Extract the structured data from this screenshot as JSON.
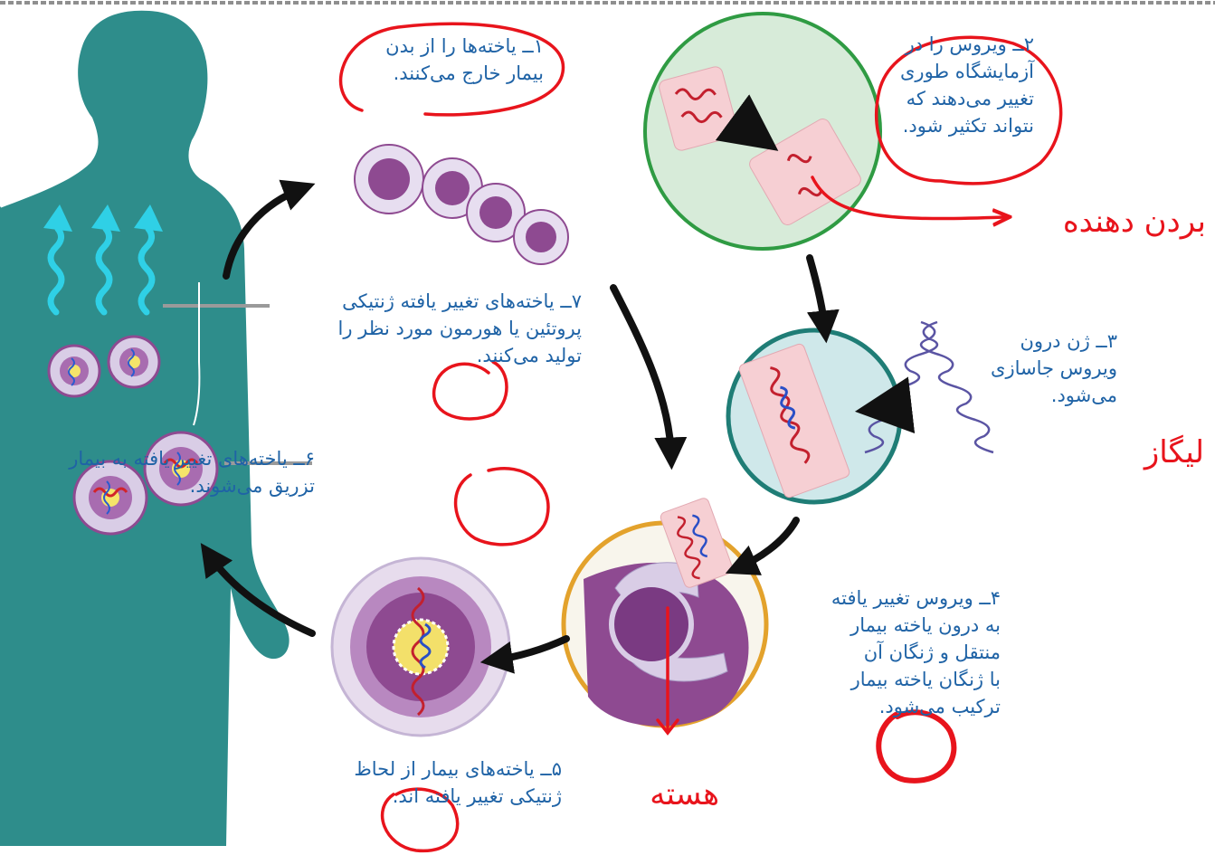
{
  "colors": {
    "body": "#2e8d8b",
    "text": "#1f63a6",
    "ink": "#e8141c",
    "cell_purple": "#8e4a91",
    "cell_ring": "#d9cde6",
    "arrow": "#111111",
    "gene_cyan": "#2fd0e6"
  },
  "steps": [
    {
      "id": "1",
      "lines": [
        "۱ــ یاخته‌ها را از بدن",
        "بیمار خارج می‌کنند."
      ]
    },
    {
      "id": "2",
      "lines": [
        "۲ــ ویروس را در",
        "آزمایشگاه طوری",
        "تغییر می‌دهند که",
        "نتواند تکثیر شود."
      ]
    },
    {
      "id": "3",
      "lines": [
        "۳ــ ژن درون",
        "ویروس جاسازی",
        "می‌شود."
      ]
    },
    {
      "id": "4",
      "lines": [
        "۴ــ ویروس تغییر یافته",
        "به درون یاخته بیمار",
        "منتقل و ژنگان آن",
        "با ژنگان یاخته بیمار",
        "ترکیب می‌شود."
      ]
    },
    {
      "id": "5",
      "lines": [
        "۵ــ یاخته‌های بیمار از لحاظ",
        "ژنتیکی تغییر یافته اند."
      ]
    },
    {
      "id": "6",
      "lines": [
        "۶ــ یاخته‌های تغییر یافته به بیمار",
        "تزریق می‌شوند."
      ]
    },
    {
      "id": "7",
      "lines": [
        "۷ــ یاخته‌های تغییر یافته ژنتیکی",
        "پروتئین یا هورمون مورد نظر را",
        "تولید می‌کنند."
      ]
    }
  ],
  "annotations": {
    "vector": "بردن دهنده",
    "ligase": "لیگاز",
    "nucleus": "هسته"
  }
}
